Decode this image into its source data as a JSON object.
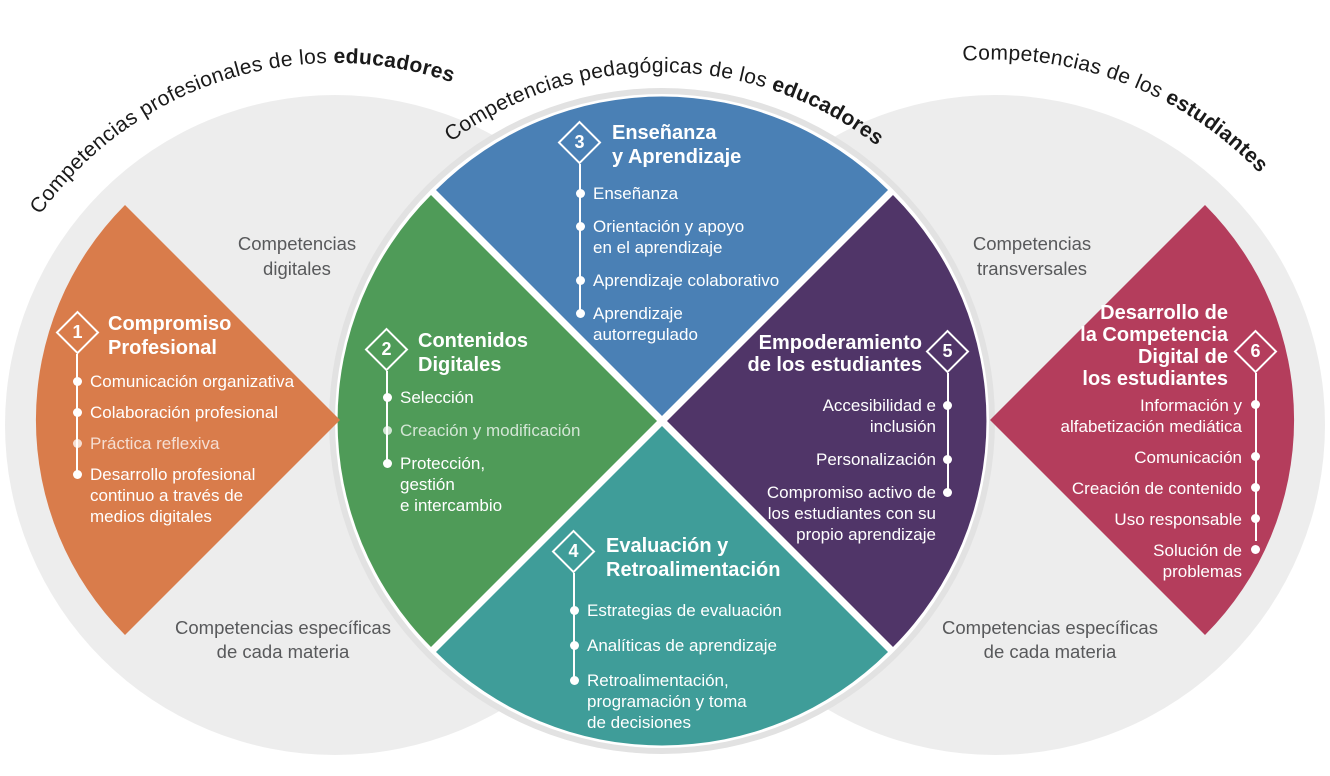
{
  "colors": {
    "orange": "#D97C4B",
    "green": "#4F9B58",
    "blue": "#4A80B5",
    "teal": "#3F9D99",
    "purple": "#503568",
    "crimson": "#B43D5C",
    "circle_gray": "#EDEDED",
    "halo_gray": "#E2E2E2",
    "white": "#FFFFFF"
  },
  "curved_titles": {
    "left": {
      "regular": "Competencias profesionales de los",
      "bold": " educadores"
    },
    "center": {
      "regular": "Competencias pedagógicas de los",
      "bold": " educadores"
    },
    "right": {
      "regular": "Competencias de los",
      "bold": " estudiantes"
    }
  },
  "ring_labels": {
    "digital": "Competencias\ndigitales",
    "transversal": "Competencias\ntransversales",
    "subject_left": "Competencias específicas\nde cada materia",
    "subject_right": "Competencias específicas\nde cada materia"
  },
  "areas": [
    {
      "number": "1",
      "title": "Compromiso\nProfesional",
      "items": [
        "Comunicación organizativa",
        "Colaboración profesional",
        "Práctica reflexiva",
        "Desarrollo profesional\ncontinuo a través de\nmedios digitales"
      ]
    },
    {
      "number": "2",
      "title": "Contenidos\nDigitales",
      "items": [
        "Selección",
        "Creación y modificación",
        "Protección,\ngestión\ne intercambio"
      ]
    },
    {
      "number": "3",
      "title": "Enseñanza\ny Aprendizaje",
      "items": [
        "Enseñanza",
        "Orientación y apoyo\nen el aprendizaje",
        "Aprendizaje colaborativo",
        "Aprendizaje\nautorregulado"
      ]
    },
    {
      "number": "4",
      "title": "Evaluación y\nRetroalimentación",
      "items": [
        "Estrategias de evaluación",
        "Analíticas de aprendizaje",
        "Retroalimentación,\nprogramación y toma\nde decisiones"
      ]
    },
    {
      "number": "5",
      "title": "Empoderamiento\nde los estudiantes",
      "items": [
        "Accesibilidad e\ninclusión",
        "Personalización",
        "Compromiso activo de\nlos estudiantes con su\npropio aprendizaje"
      ]
    },
    {
      "number": "6",
      "title": "Desarrollo de\nla Competencia\nDigital de\nlos estudiantes",
      "items": [
        "Información y\nalfabetización mediática",
        "Comunicación",
        "Creación de contenido",
        "Uso responsable",
        "Solución de\nproblemas"
      ]
    }
  ]
}
